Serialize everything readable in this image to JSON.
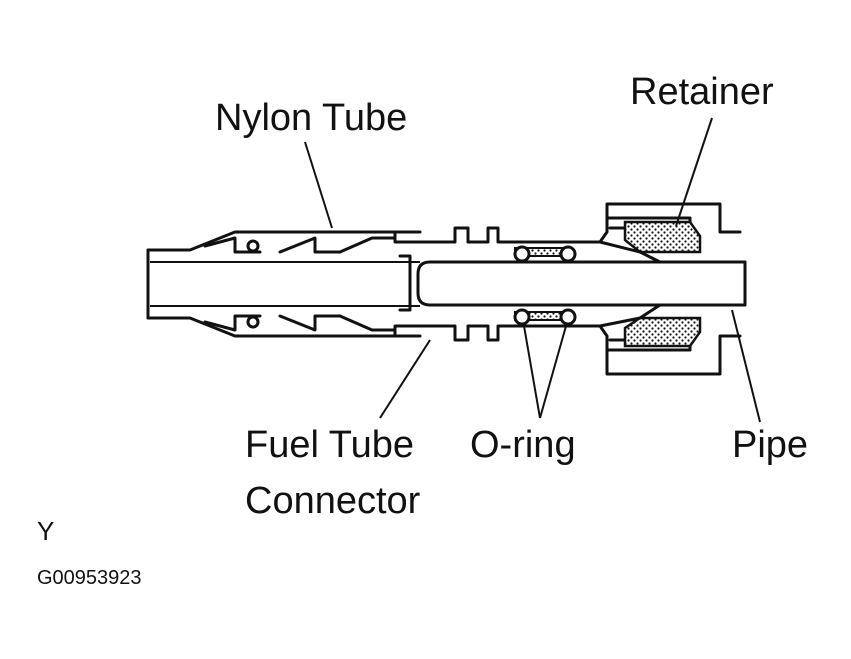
{
  "labels": {
    "nylon_tube": "Nylon Tube",
    "retainer": "Retainer",
    "fuel_tube_line1": "Fuel Tube",
    "fuel_tube_line2": "Connector",
    "o_ring": "O-ring",
    "pipe": "Pipe",
    "view_letter": "Y",
    "figure_code": "G00953923"
  }
}
